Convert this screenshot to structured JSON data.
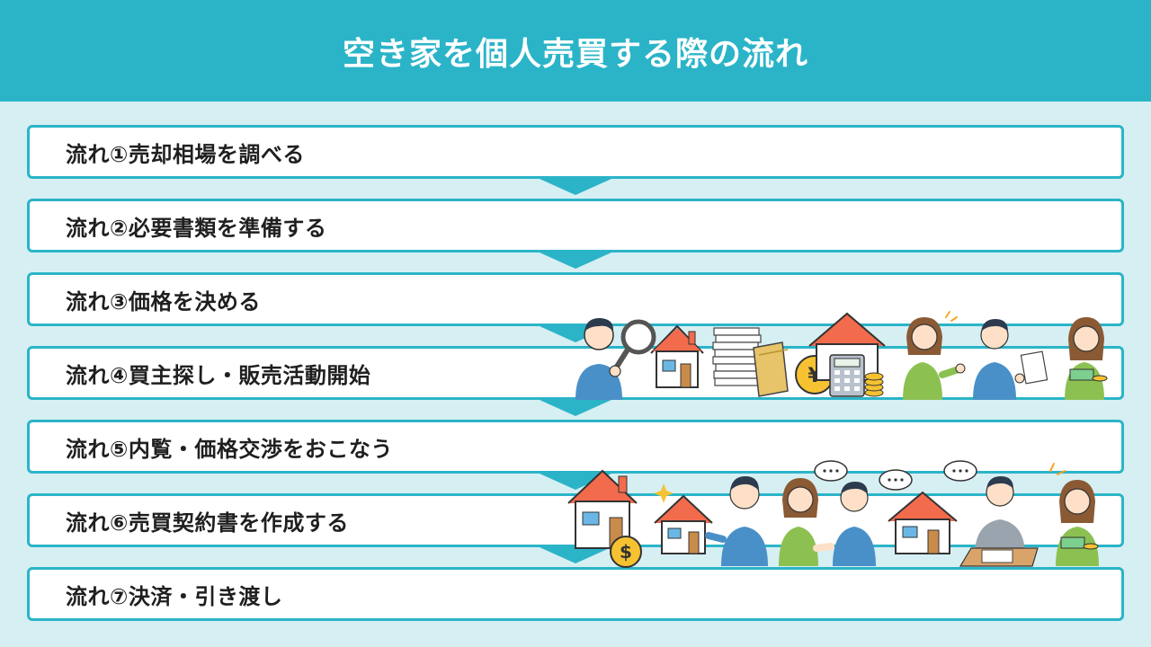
{
  "title": "空き家を個人売買する際の流れ",
  "steps": [
    {
      "label": "流れ①売却相場を調べる"
    },
    {
      "label": "流れ②必要書類を準備する"
    },
    {
      "label": "流れ③価格を決める"
    },
    {
      "label": "流れ④買主探し・販売活動開始"
    },
    {
      "label": "流れ⑤内覧・価格交渉をおこなう"
    },
    {
      "label": "流れ⑥売買契約書を作成する"
    },
    {
      "label": "流れ⑦決済・引き渡し"
    }
  ],
  "colors": {
    "accent": "#2bb4c8",
    "background": "#d6eff3",
    "box": "#ffffff",
    "text": "#1f1f1f"
  },
  "icons": [
    "person-magnifier-icon",
    "house-icon",
    "document-stack-icon",
    "folder-icon",
    "yen-coin-icon",
    "calculator-icon",
    "coins-icon",
    "woman-gesturing-icon",
    "man-holding-paper-icon",
    "woman-holding-money-icon",
    "house-dollar-icon",
    "house-sparkle-icon",
    "man-presenting-icon",
    "handshake-icon",
    "speech-bubble-icon",
    "man-signing-contract-icon"
  ]
}
